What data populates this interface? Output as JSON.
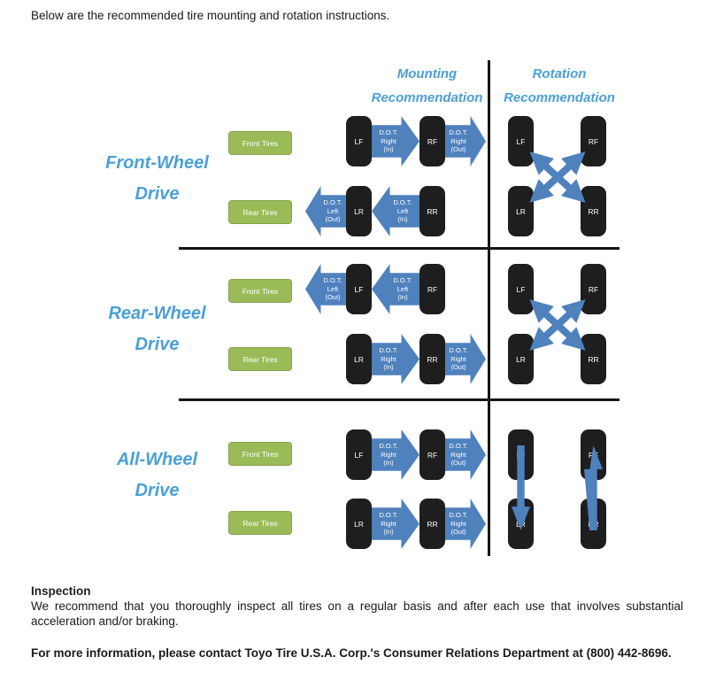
{
  "intro": "Below are the recommended tire mounting and rotation instructions.",
  "headers": {
    "mounting": [
      "Mounting",
      "Recommendation"
    ],
    "rotation": [
      "Rotation",
      "Recommendation"
    ]
  },
  "tire_group_labels": {
    "front": "Front Tires",
    "rear": "Rear Tires"
  },
  "drive_rows": [
    {
      "label": [
        "Front-Wheel",
        "Drive"
      ]
    },
    {
      "label": [
        "Rear-Wheel",
        "Drive"
      ]
    },
    {
      "label": [
        "All-Wheel",
        "Drive"
      ]
    }
  ],
  "tires": {
    "lf": "LF",
    "rf": "RF",
    "lr": "LR",
    "rr": "RR"
  },
  "arrows": {
    "right_in": [
      "D.O.T.",
      "Right",
      "(In)"
    ],
    "right_out": [
      "D.O.T.",
      "Right",
      "(Out)"
    ],
    "left_in": [
      "D.O.T.",
      "Left",
      "(In)"
    ],
    "left_out": [
      "D.O.T.",
      "Left",
      "(Out)"
    ]
  },
  "footer": {
    "inspection_title": "Inspection",
    "inspection_body": "We recommend that you thoroughly inspect all tires on a regular basis and after each use that involves substantial acceleration and/or braking.",
    "contact": "For more information, please contact Toyo Tire U.S.A. Corp.'s Consumer Relations Department at (800) 442-8696."
  },
  "colors": {
    "heading_blue": "#4a9fd8",
    "arrow_blue": "#4f81bd",
    "tire_black": "#1e1e1e",
    "tire_label_green": "#9bbb59"
  }
}
